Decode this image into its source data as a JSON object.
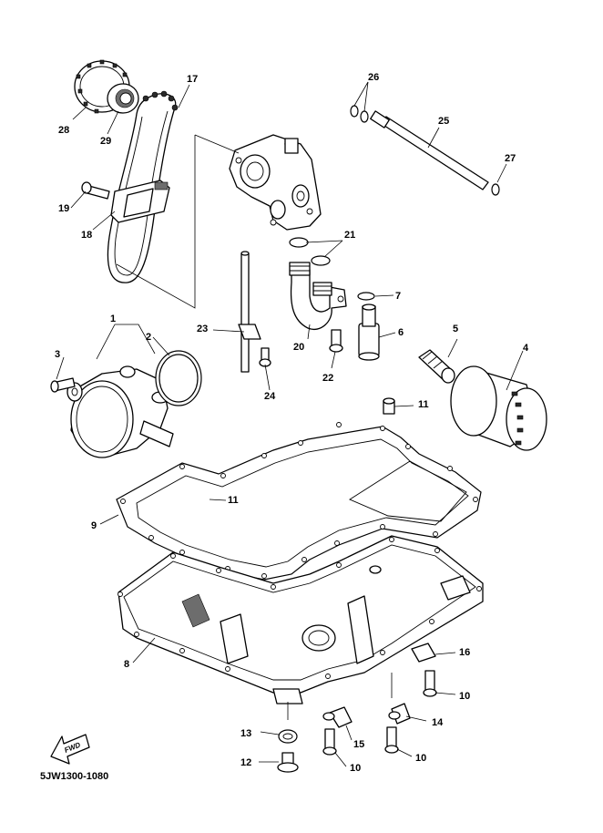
{
  "diagram": {
    "reference_code": "5JW1300-1080",
    "forward_arrow_label": "FWD",
    "callouts": {
      "c1": "1",
      "c2": "2",
      "c3": "3",
      "c4": "4",
      "c5": "5",
      "c6": "6",
      "c7": "7",
      "c8": "8",
      "c9": "9",
      "c10a": "10",
      "c10b": "10",
      "c10c": "10",
      "c11a": "11",
      "c11b": "11",
      "c12": "12",
      "c13": "13",
      "c14": "14",
      "c15": "15",
      "c16": "16",
      "c17": "17",
      "c18": "18",
      "c19": "19",
      "c20": "20",
      "c21": "21",
      "c22": "22",
      "c23": "23",
      "c24": "24",
      "c25": "25",
      "c26": "26",
      "c27": "27",
      "c28": "28",
      "c29": "29"
    }
  }
}
